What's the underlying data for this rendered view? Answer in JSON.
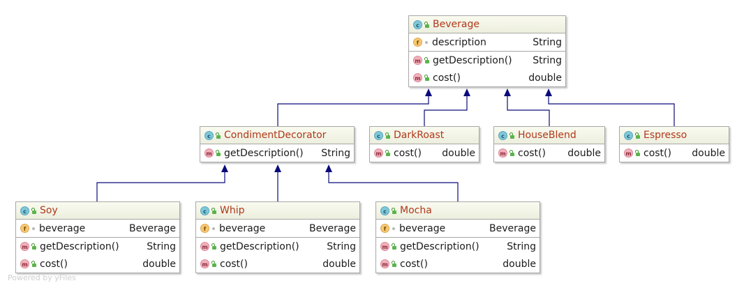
{
  "footer": {
    "credit": "Powered by yFiles"
  },
  "classes": [
    {
      "name": "Beverage",
      "fields": [
        {
          "name": "description",
          "type": "String",
          "visibility": "package"
        }
      ],
      "methods": [
        {
          "name": "getDescription()",
          "type": "String"
        },
        {
          "name": "cost()",
          "type": "double"
        }
      ]
    },
    {
      "name": "CondimentDecorator",
      "fields": [],
      "methods": [
        {
          "name": "getDescription()",
          "type": "String"
        }
      ]
    },
    {
      "name": "DarkRoast",
      "fields": [],
      "methods": [
        {
          "name": "cost()",
          "type": "double"
        }
      ]
    },
    {
      "name": "HouseBlend",
      "fields": [],
      "methods": [
        {
          "name": "cost()",
          "type": "double"
        }
      ]
    },
    {
      "name": "Espresso",
      "fields": [],
      "methods": [
        {
          "name": "cost()",
          "type": "double"
        }
      ]
    },
    {
      "name": "Soy",
      "fields": [
        {
          "name": "beverage",
          "type": "Beverage",
          "visibility": "package"
        }
      ],
      "methods": [
        {
          "name": "getDescription()",
          "type": "String"
        },
        {
          "name": "cost()",
          "type": "double"
        }
      ]
    },
    {
      "name": "Whip",
      "fields": [
        {
          "name": "beverage",
          "type": "Beverage",
          "visibility": "package"
        }
      ],
      "methods": [
        {
          "name": "getDescription()",
          "type": "String"
        },
        {
          "name": "cost()",
          "type": "double"
        }
      ]
    },
    {
      "name": "Mocha",
      "fields": [
        {
          "name": "beverage",
          "type": "Beverage",
          "visibility": "package"
        }
      ],
      "methods": [
        {
          "name": "getDescription()",
          "type": "String"
        },
        {
          "name": "cost()",
          "type": "double"
        }
      ]
    }
  ],
  "inheritance": [
    {
      "child": "CondimentDecorator",
      "parent": "Beverage"
    },
    {
      "child": "DarkRoast",
      "parent": "Beverage"
    },
    {
      "child": "HouseBlend",
      "parent": "Beverage"
    },
    {
      "child": "Espresso",
      "parent": "Beverage"
    },
    {
      "child": "Soy",
      "parent": "CondimentDecorator"
    },
    {
      "child": "Whip",
      "parent": "CondimentDecorator"
    },
    {
      "child": "Mocha",
      "parent": "CondimentDecorator"
    }
  ],
  "colors": {
    "class_name": "#b0381a",
    "edge": "#0a0a7a",
    "border": "#a7a7a7",
    "header": "#f4f5e6"
  },
  "icons": {
    "class_badge": "class-icon",
    "method_badge": "method-icon",
    "field_badge": "field-icon",
    "public_visibility": "public-lock-icon",
    "package_visibility": "package-dot-icon"
  }
}
